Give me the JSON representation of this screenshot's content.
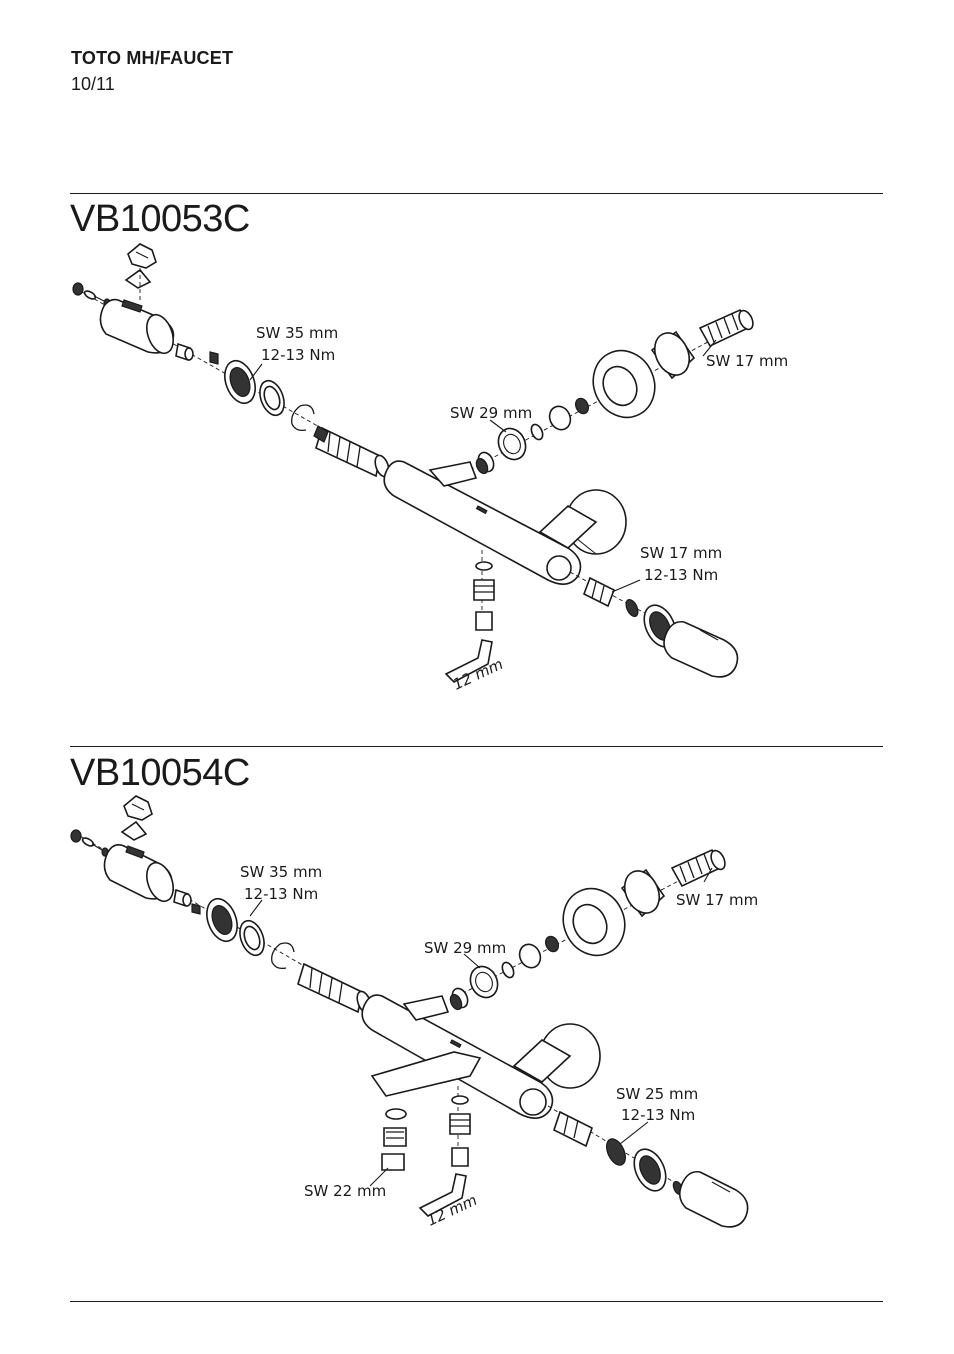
{
  "header": {
    "brand": "TOTO MH/FAUCET",
    "page": "10/11"
  },
  "sections": [
    {
      "model": "VB10053C",
      "labels": {
        "sw35": "SW 35 mm",
        "torque_a": "12-13 Nm",
        "sw29": "SW 29 mm",
        "sw17_top": "SW 17 mm",
        "sw17_right": "SW 17 mm",
        "torque_b": "12-13 Nm",
        "hex": "12 mm"
      }
    },
    {
      "model": "VB10054C",
      "labels": {
        "sw35": "SW 35 mm",
        "torque_a": "12-13 Nm",
        "sw29": "SW 29 mm",
        "sw17_top": "SW 17 mm",
        "sw25": "SW 25 mm",
        "torque_b": "12-13 Nm",
        "sw22": "SW 22 mm",
        "hex": "12 mm"
      }
    }
  ]
}
